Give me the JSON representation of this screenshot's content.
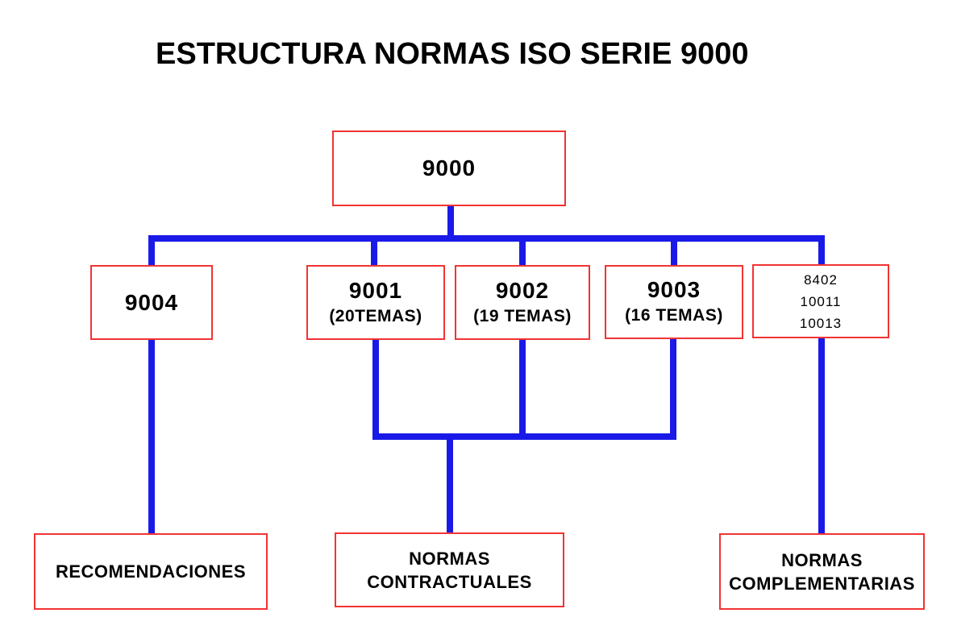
{
  "title": "ESTRUCTURA NORMAS ISO SERIE 9000",
  "colors": {
    "line": "#1a1ae8",
    "border": "#f23333",
    "text": "#000000",
    "bg": "#ffffff"
  },
  "nodes": {
    "root": {
      "label": "9000"
    },
    "n9004": {
      "label": "9004"
    },
    "n9001": {
      "label": "9001",
      "sublabel": "(20TEMAS)"
    },
    "n9002": {
      "label": "9002",
      "sublabel": "(19 TEMAS)"
    },
    "n9003": {
      "label": "9003",
      "sublabel": "(16 TEMAS)"
    },
    "codes": {
      "lines": [
        "8402",
        "10011",
        "10013"
      ]
    },
    "recomendaciones": {
      "label": "RECOMENDACIONES"
    },
    "contractuales": {
      "line1": "NORMAS",
      "line2": "CONTRACTUALES"
    },
    "complementarias": {
      "line1": "NORMAS",
      "line2": "COMPLEMENTARIAS"
    }
  },
  "edges": [
    {
      "from": "9000",
      "to": "9004"
    },
    {
      "from": "9000",
      "to": "9001"
    },
    {
      "from": "9000",
      "to": "9002"
    },
    {
      "from": "9000",
      "to": "9003"
    },
    {
      "from": "9000",
      "to": "8402/10011/10013"
    },
    {
      "from": "9004",
      "to": "RECOMENDACIONES"
    },
    {
      "from": "9001",
      "to": "NORMAS CONTRACTUALES"
    },
    {
      "from": "9002",
      "to": "NORMAS CONTRACTUALES"
    },
    {
      "from": "9003",
      "to": "NORMAS CONTRACTUALES"
    },
    {
      "from": "8402/10011/10013",
      "to": "NORMAS COMPLEMENTARIAS"
    }
  ]
}
